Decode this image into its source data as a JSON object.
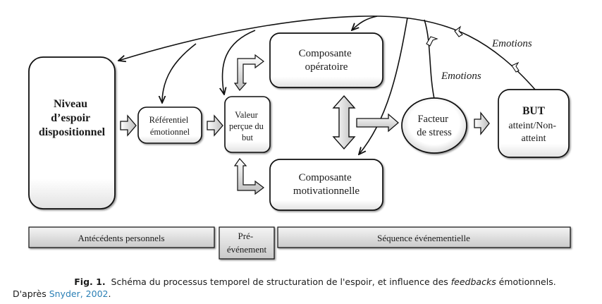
{
  "diagram": {
    "nodes": {
      "dispositional": [
        "Niveau",
        "d’espoir",
        "dispositionnel"
      ],
      "referentiel": [
        "Référentiel",
        "émotionnel"
      ],
      "valeur": [
        "Valeur",
        "perçue du",
        "but"
      ],
      "operatoire": [
        "Composante",
        "opératoire"
      ],
      "motivationnelle": [
        "Composante",
        "motivationnelle"
      ],
      "stress": [
        "Facteur",
        "de stress"
      ],
      "but_title": "BUT",
      "but_sub": [
        "atteint/Non-",
        "atteint"
      ]
    },
    "feedback_labels": {
      "emotions_inner": "Emotions",
      "emotions_outer": "Emotions"
    },
    "timeline": {
      "antecedents": "Antécédents personnels",
      "pre_event": [
        "Pré-",
        "événement"
      ],
      "sequence": "Séquence événementielle"
    }
  },
  "caption": {
    "fig_label": "Fig. 1.",
    "text_before": "Schéma du processus temporel de structuration de l'espoir, et influence des ",
    "italic": "feedbacks",
    "text_after": " émotionnels.",
    "source_prefix": "D'après ",
    "citation": "Snyder, 2002",
    "source_suffix": "."
  }
}
